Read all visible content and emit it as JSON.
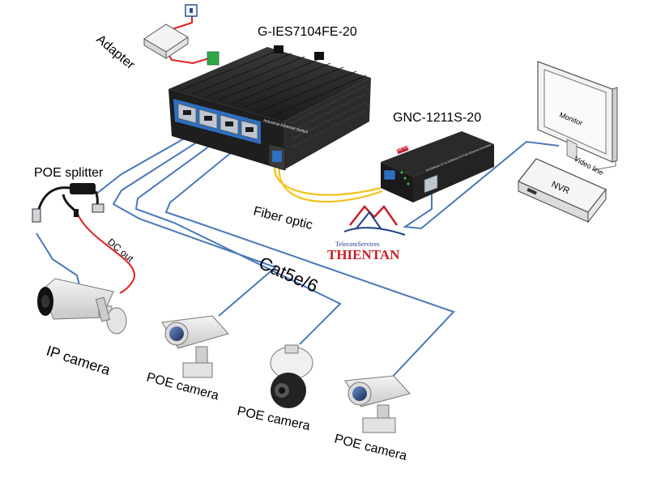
{
  "labels": {
    "switch_model": "G-IES7104FE-20",
    "converter_model": "GNC-1211S-20",
    "adapter": "Adapter",
    "poe_splitter": "POE splitter",
    "dc_out": "DC out",
    "fiber_optic": "Fiber optic",
    "cable": "Cat5e/6",
    "ip_camera": "IP camera",
    "poe_camera_1": "POE camera",
    "poe_camera_2": "POE camera",
    "poe_camera_3": "POE camera",
    "monitor": "Monitor",
    "nvr": "NVR",
    "video_line": "Video line",
    "switch_panel_text": "Industrial Ethernet Switch",
    "converter_panel_text": "10/100Base-TX to 100Base-FX Fast Ethernet Converter",
    "brand_small": "GNETCOM"
  },
  "watermark": {
    "small_text": "TelecomServices",
    "name": "THIENTAN"
  },
  "colors": {
    "cat_cable": "#4a78b8",
    "fiber": "#f2c21a",
    "power": "#e02020",
    "device_dark": "#2a2a2a",
    "port_blue": "#2d6fc0",
    "watermark_red": "#c8202a",
    "watermark_blue": "#1e3c8c"
  }
}
